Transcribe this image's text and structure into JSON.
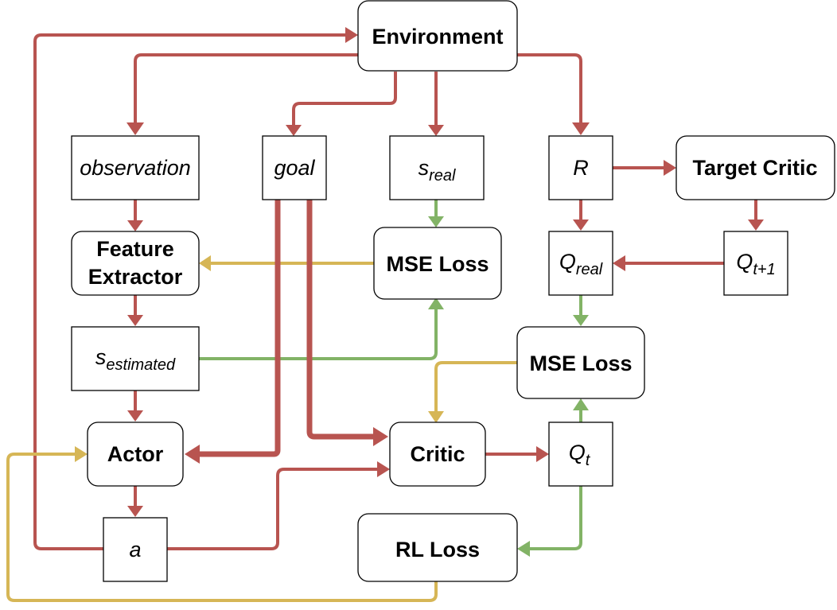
{
  "colors": {
    "red": "#b85450",
    "green": "#82b366",
    "yellow": "#d6b656"
  },
  "nodes": {
    "environment": "Environment",
    "observation": "observation",
    "goal": "goal",
    "s_real": {
      "base": "s",
      "sub": "real"
    },
    "r": "R",
    "target_critic": "Target Critic",
    "feature_extractor": {
      "line1": "Feature",
      "line2": "Extractor"
    },
    "mse_loss_state": "MSE Loss",
    "q_real": {
      "base": "Q",
      "sub": "real"
    },
    "q_next": {
      "base": "Q",
      "sub": "t+1"
    },
    "s_estimated": {
      "base": "s",
      "sub": "estimated"
    },
    "mse_loss_q": "MSE Loss",
    "actor": "Actor",
    "critic": "Critic",
    "q_t": {
      "base": "Q",
      "sub": "t"
    },
    "a": "a",
    "rl_loss": "RL Loss"
  }
}
